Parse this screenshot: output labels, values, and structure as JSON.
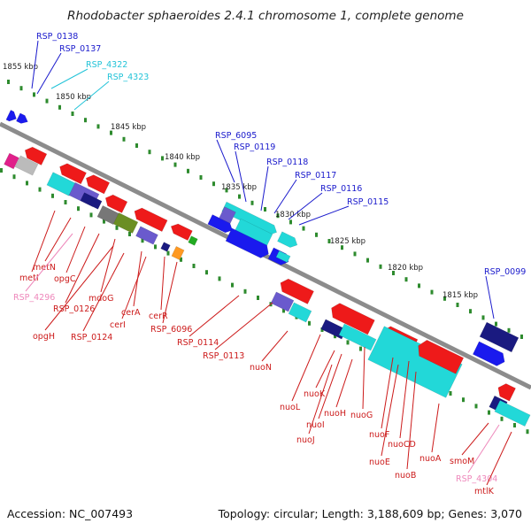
{
  "title": "Rhodobacter sphaeroides 2.4.1 chromosome 1, complete genome",
  "footer": {
    "accession": "Accession: NC_007493",
    "summary": "Topology: circular; Length: 3,188,609 bp; Genes: 3,070"
  },
  "colors": {
    "backbone": "#8c8c8c",
    "tick_dots": "#2e8b2e",
    "plus_strand_label": "#1a1acc",
    "plus_strand_alt_label": "#22c3d8",
    "minus_strand_label": "#cc1a1a",
    "minus_strand_alt_label": "#ee88bb",
    "forward_gene": "#1a1aee",
    "reverse_gene": "#ee1a1a",
    "cds_cyan": "#22d8d8",
    "cds_purple": "#6a5acd",
    "cds_navy": "#1a1a80",
    "cds_olive": "#6b8e23",
    "cds_gray": "#777777",
    "cds_orange": "#ff9922",
    "cds_green": "#22aa22",
    "cds_magenta": "#e0208a",
    "cds_silver": "#bbbbbb"
  },
  "ticks": [
    "1855 kbp",
    "1850 kbp",
    "1845 kbp",
    "1840 kbp",
    "1835 kbp",
    "1830 kbp",
    "1825 kbp",
    "1820 kbp",
    "1815 kbp"
  ],
  "top_labels": [
    {
      "text": "RSP_0138",
      "kind": "plus"
    },
    {
      "text": "RSP_0137",
      "kind": "plus"
    },
    {
      "text": "RSP_4322",
      "kind": "plus_alt"
    },
    {
      "text": "RSP_4323",
      "kind": "plus_alt"
    },
    {
      "text": "RSP_6095",
      "kind": "plus"
    },
    {
      "text": "RSP_0119",
      "kind": "plus"
    },
    {
      "text": "RSP_0118",
      "kind": "plus"
    },
    {
      "text": "RSP_0117",
      "kind": "plus"
    },
    {
      "text": "RSP_0116",
      "kind": "plus"
    },
    {
      "text": "RSP_0115",
      "kind": "plus"
    },
    {
      "text": "RSP_0099",
      "kind": "plus"
    }
  ],
  "bottom_labels": [
    {
      "text": "metN",
      "kind": "minus"
    },
    {
      "text": "metI",
      "kind": "minus"
    },
    {
      "text": "opgC",
      "kind": "minus"
    },
    {
      "text": "RSP_4296",
      "kind": "minus_alt"
    },
    {
      "text": "RSP_0126",
      "kind": "minus"
    },
    {
      "text": "mdoG",
      "kind": "minus"
    },
    {
      "text": "opgH",
      "kind": "minus"
    },
    {
      "text": "RSP_0124",
      "kind": "minus"
    },
    {
      "text": "cerA",
      "kind": "minus"
    },
    {
      "text": "cerI",
      "kind": "minus"
    },
    {
      "text": "cerR",
      "kind": "minus"
    },
    {
      "text": "RSP_6096",
      "kind": "minus"
    },
    {
      "text": "RSP_0114",
      "kind": "minus"
    },
    {
      "text": "RSP_0113",
      "kind": "minus"
    },
    {
      "text": "nuoN",
      "kind": "minus"
    },
    {
      "text": "nuoL",
      "kind": "minus"
    },
    {
      "text": "nuoK",
      "kind": "minus"
    },
    {
      "text": "nuoH",
      "kind": "minus"
    },
    {
      "text": "nuoI",
      "kind": "minus"
    },
    {
      "text": "nuoJ",
      "kind": "minus"
    },
    {
      "text": "nuoG",
      "kind": "minus"
    },
    {
      "text": "nuoF",
      "kind": "minus"
    },
    {
      "text": "nuoCD",
      "kind": "minus"
    },
    {
      "text": "nuoE",
      "kind": "minus"
    },
    {
      "text": "nuoB",
      "kind": "minus"
    },
    {
      "text": "nuoA",
      "kind": "minus"
    },
    {
      "text": "smoM",
      "kind": "minus"
    },
    {
      "text": "RSP_4304",
      "kind": "minus_alt"
    },
    {
      "text": "mtlK",
      "kind": "minus"
    }
  ],
  "features": [
    {
      "id": "feat-01",
      "color_key": "forward_gene",
      "dir": "f"
    },
    {
      "id": "feat-02",
      "color_key": "forward_gene",
      "dir": "f"
    },
    {
      "id": "feat-03",
      "color_key": "cds_cyan",
      "dir": "f"
    },
    {
      "id": "feat-04",
      "color_key": "cds_cyan",
      "dir": "f"
    },
    {
      "id": "feat-05",
      "color_key": "reverse_gene",
      "dir": "r"
    },
    {
      "id": "feat-06",
      "color_key": "cds_magenta",
      "dir": "n"
    },
    {
      "id": "feat-07",
      "color_key": "cds_silver",
      "dir": "n"
    },
    {
      "id": "feat-08",
      "color_key": "reverse_gene",
      "dir": "r"
    },
    {
      "id": "feat-09",
      "color_key": "reverse_gene",
      "dir": "r"
    },
    {
      "id": "feat-10",
      "color_key": "cds_cyan",
      "dir": "n"
    },
    {
      "id": "feat-11",
      "color_key": "cds_purple",
      "dir": "n"
    },
    {
      "id": "feat-12",
      "color_key": "cds_navy",
      "dir": "n"
    },
    {
      "id": "feat-13",
      "color_key": "reverse_gene",
      "dir": "r"
    },
    {
      "id": "feat-14",
      "color_key": "cds_gray",
      "dir": "n"
    },
    {
      "id": "feat-15",
      "color_key": "cds_olive",
      "dir": "n"
    },
    {
      "id": "feat-16",
      "color_key": "cds_purple",
      "dir": "n"
    },
    {
      "id": "feat-17",
      "color_key": "reverse_gene",
      "dir": "r"
    },
    {
      "id": "feat-18",
      "color_key": "reverse_gene",
      "dir": "r"
    },
    {
      "id": "feat-19",
      "color_key": "cds_green",
      "dir": "n"
    },
    {
      "id": "feat-20",
      "color_key": "cds_navy",
      "dir": "n"
    },
    {
      "id": "feat-21",
      "color_key": "cds_orange",
      "dir": "n"
    },
    {
      "id": "feat-22",
      "color_key": "forward_gene",
      "dir": "f"
    },
    {
      "id": "feat-23",
      "color_key": "cds_purple",
      "dir": "n"
    },
    {
      "id": "feat-24",
      "color_key": "cds_cyan",
      "dir": "n"
    },
    {
      "id": "feat-25",
      "color_key": "forward_gene",
      "dir": "f"
    },
    {
      "id": "feat-26",
      "color_key": "cds_cyan",
      "dir": "n"
    },
    {
      "id": "feat-27",
      "color_key": "forward_gene",
      "dir": "f"
    },
    {
      "id": "feat-28",
      "color_key": "reverse_gene",
      "dir": "r"
    },
    {
      "id": "feat-29",
      "color_key": "cds_purple",
      "dir": "n"
    },
    {
      "id": "feat-30",
      "color_key": "cds_cyan",
      "dir": "n"
    },
    {
      "id": "feat-31",
      "color_key": "reverse_gene",
      "dir": "r"
    },
    {
      "id": "feat-32",
      "color_key": "cds_navy",
      "dir": "n"
    },
    {
      "id": "feat-33",
      "color_key": "cds_cyan",
      "dir": "n"
    },
    {
      "id": "feat-34",
      "color_key": "reverse_gene",
      "dir": "r"
    },
    {
      "id": "feat-35",
      "color_key": "cds_cyan",
      "dir": "n"
    },
    {
      "id": "feat-36",
      "color_key": "reverse_gene",
      "dir": "r"
    },
    {
      "id": "feat-37",
      "color_key": "cds_navy",
      "dir": "n"
    },
    {
      "id": "feat-38",
      "color_key": "forward_gene",
      "dir": "f"
    },
    {
      "id": "feat-39",
      "color_key": "reverse_gene",
      "dir": "r"
    },
    {
      "id": "feat-40",
      "color_key": "cds_navy",
      "dir": "n"
    },
    {
      "id": "feat-41",
      "color_key": "cds_cyan",
      "dir": "n"
    }
  ]
}
